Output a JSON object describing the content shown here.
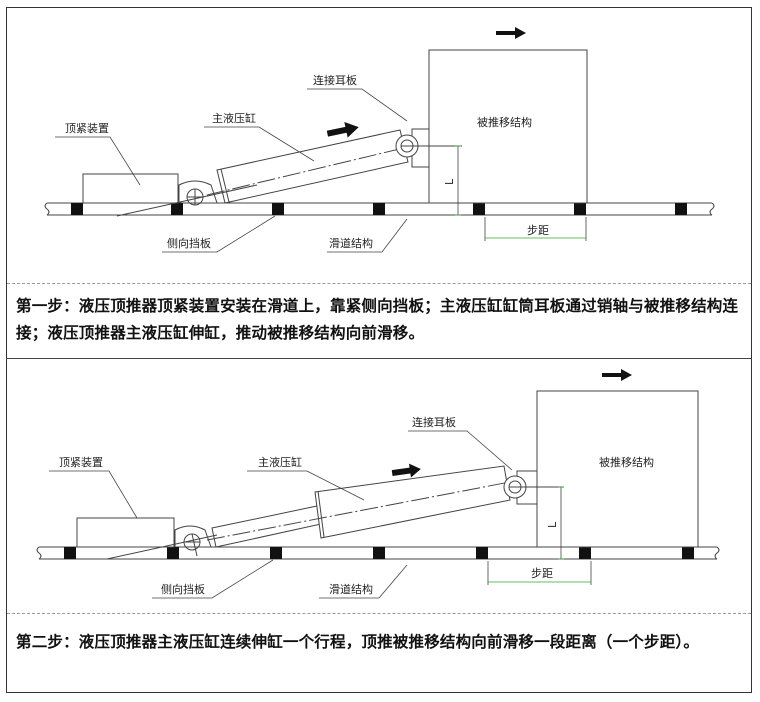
{
  "steps": [
    {
      "id": "step-1",
      "labels": {
        "clamp_device": "顶紧装置",
        "main_cylinder": "主液压缸",
        "connecting_lug": "连接耳板",
        "pushed_structure": "被推移结构",
        "side_baffle": "侧向挡板",
        "slide_track": "滑道结构",
        "step_distance": "步距",
        "dimension": "L"
      },
      "description": "第一步：液压顶推器顶紧装置安装在滑道上，靠紧侧向挡板；主液压缸缸筒耳板通过销轴与被推移结构连接；液压顶推器主液压缸伸缸，推动被推移结构向前滑移。"
    },
    {
      "id": "step-2",
      "labels": {
        "clamp_device": "顶紧装置",
        "main_cylinder": "主液压缸",
        "connecting_lug": "连接耳板",
        "pushed_structure": "被推移结构",
        "side_baffle": "侧向挡板",
        "slide_track": "滑道结构",
        "step_distance": "步距",
        "dimension": "L"
      },
      "description": "第二步：液压顶推器主液压缸连续伸缸一个行程，顶推被推移结构向前滑移一段距离（一个步距）。"
    }
  ]
}
